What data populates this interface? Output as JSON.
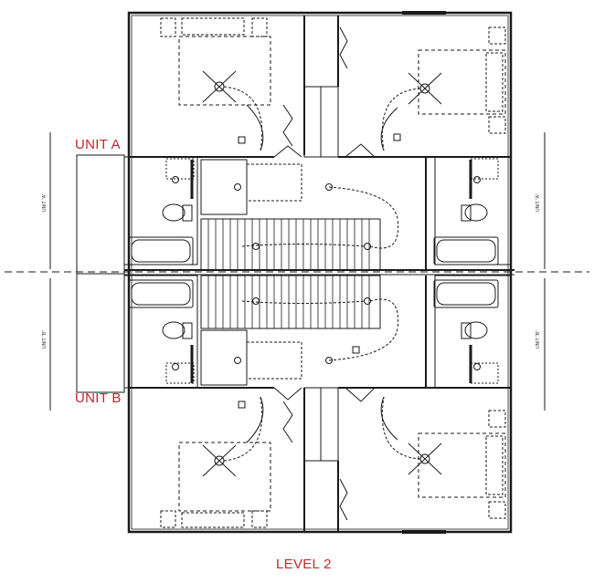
{
  "labels": {
    "unit_a": "UNIT A",
    "unit_b": "UNIT B",
    "level": "LEVEL 2",
    "side_a_left": "UNIT \"A\"",
    "side_b_left": "UNIT \"B\"",
    "side_a_right": "UNIT \"A\"",
    "side_b_right": "UNIT \"B\""
  },
  "colors": {
    "label": "#c0272d",
    "line": "#1a1a1a",
    "background": "#ffffff"
  },
  "icons": [
    "ceiling-fan-icon",
    "light-fixture-icon",
    "switch-icon",
    "outlet-icon",
    "door-swing-icon",
    "toilet-icon",
    "bathtub-icon",
    "sink-icon",
    "smoke-detector-icon"
  ]
}
